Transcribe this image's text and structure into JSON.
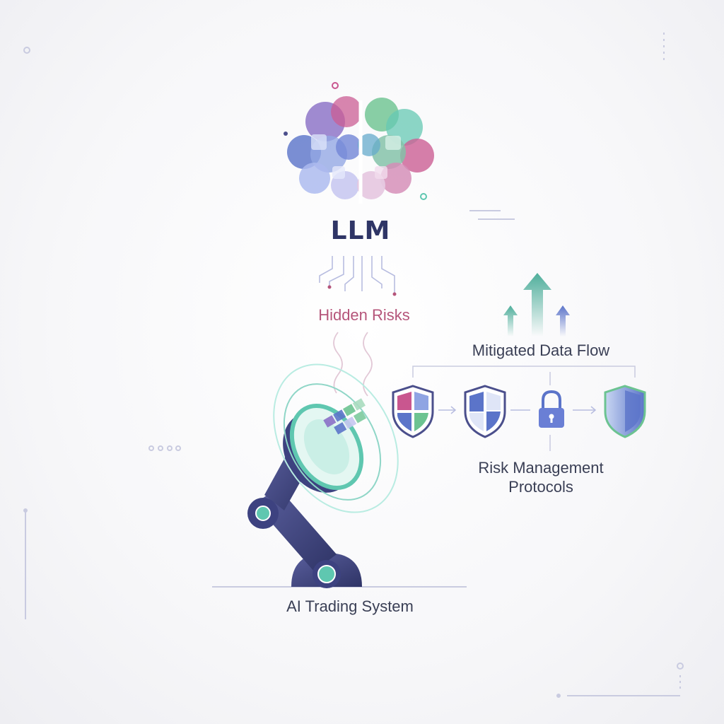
{
  "diagram": {
    "llm_label": "LLM",
    "hidden_risks_label": "Hidden Risks",
    "flow_label": "Mitigated Data Flow",
    "protocols_label_lines": [
      "Risk Management",
      "Protocols"
    ],
    "system_label": "AI Trading System"
  },
  "icons": [
    "brain-icon",
    "antenna-icon",
    "shield-icon",
    "lock-icon",
    "up-arrow-icon"
  ],
  "colors": {
    "title": "#2f3566",
    "risk_text": "#b5557a",
    "body_text": "#3a3f55",
    "indigo": "#4b4f8c",
    "teal": "#5fc7b0",
    "purple": "#8a6fc6",
    "pink": "#c9568f",
    "green": "#6cc391",
    "blue": "#5b74c9"
  }
}
